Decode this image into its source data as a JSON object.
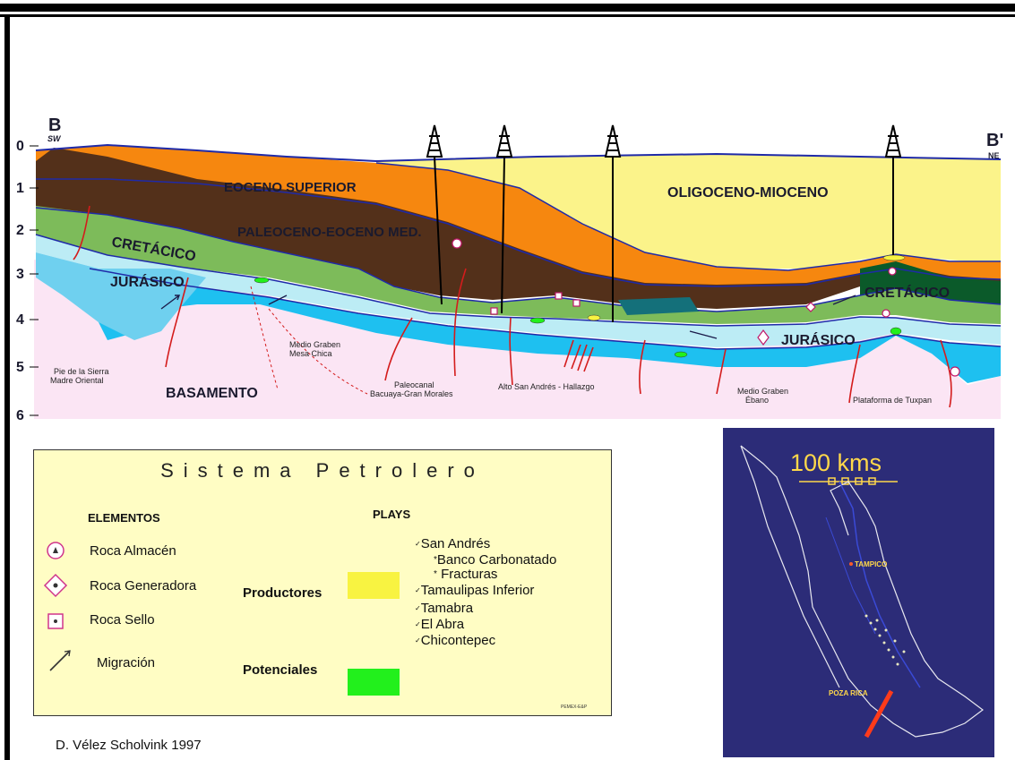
{
  "section": {
    "left_label": "B",
    "left_dir": "SW",
    "right_label": "B'",
    "right_dir": "NE",
    "depth_ticks": [
      "0",
      "1",
      "2",
      "3",
      "4",
      "5",
      "6"
    ],
    "units": [
      {
        "name": "EOCENO SUPERIOR",
        "color": "#f6870f"
      },
      {
        "name": "OLIGOCENO-MIOCENO",
        "color": "#fbf38a"
      },
      {
        "name": "PALEOCENO-EOCENO MED.",
        "color": "#53301a"
      },
      {
        "name": "CRETÁCICO",
        "color": "#7dbb5a"
      },
      {
        "name": "JURÁSICO",
        "color": "#bcecf5"
      },
      {
        "name": "BASAMENTO",
        "color": "#fbe5f4"
      }
    ],
    "unit_labels": {
      "eoceno": "EOCENO SUPERIOR",
      "oligo": "OLIGOCENO-MIOCENO",
      "paleo": "PALEOCENO-EOCENO MED.",
      "cret_left": "CRETÁCICO",
      "jur_left": "JURÁSICO",
      "cret_right": "CRETÁCICO",
      "jur_right": "JURÁSICO",
      "basamento": "BASAMENTO"
    },
    "structures": {
      "pie_sierra_1": "Pie de la Sierra",
      "pie_sierra_2": "Madre Oriental",
      "medio_graben_1": "Medio Graben",
      "medio_graben_2": "Mesa Chica",
      "paleo_1": "Paleocanal",
      "paleo_2": "Bacuaya-Gran Morales",
      "alto": "Alto San Andrés - Hallazgo",
      "mg_ebano_1": "Medio Graben",
      "mg_ebano_2": "Ébano",
      "plataforma": "Plataforma de Tuxpan"
    }
  },
  "legend": {
    "title": "Sistema Petrolero",
    "elements_heading": "ELEMENTOS",
    "elements": [
      {
        "label": "Roca Almacén",
        "icon": "circle-triangle-icon"
      },
      {
        "label": "Roca Generadora",
        "icon": "diamond-dot-icon"
      },
      {
        "label": "Roca Sello",
        "icon": "square-dot-icon"
      },
      {
        "label": "Migración",
        "icon": "migration-arrow-icon"
      }
    ],
    "plays_heading": "PLAYS",
    "productores_label": "Productores",
    "potenciales_label": "Potenciales",
    "productores_color": "#f8f341",
    "potenciales_color": "#22f01c",
    "plays": [
      {
        "text": "San Andrés",
        "mark": "✓"
      },
      {
        "text": "Banco Carbonatado",
        "mark": "*"
      },
      {
        "text": "Fracturas",
        "mark": "*"
      },
      {
        "text": "Tamaulipas Inferior",
        "mark": "✓"
      },
      {
        "text": "Tamabra",
        "mark": "✓"
      },
      {
        "text": "El Abra",
        "mark": "✓"
      },
      {
        "text": "Chicontepec",
        "mark": "✓"
      }
    ],
    "tiny_credit": "PEMEX-E&P"
  },
  "map": {
    "scale_label": "100 kms",
    "city_1": "TAMPICO",
    "city_2": "POZA RICA"
  },
  "author": "D. Vélez Scholvink  1997"
}
